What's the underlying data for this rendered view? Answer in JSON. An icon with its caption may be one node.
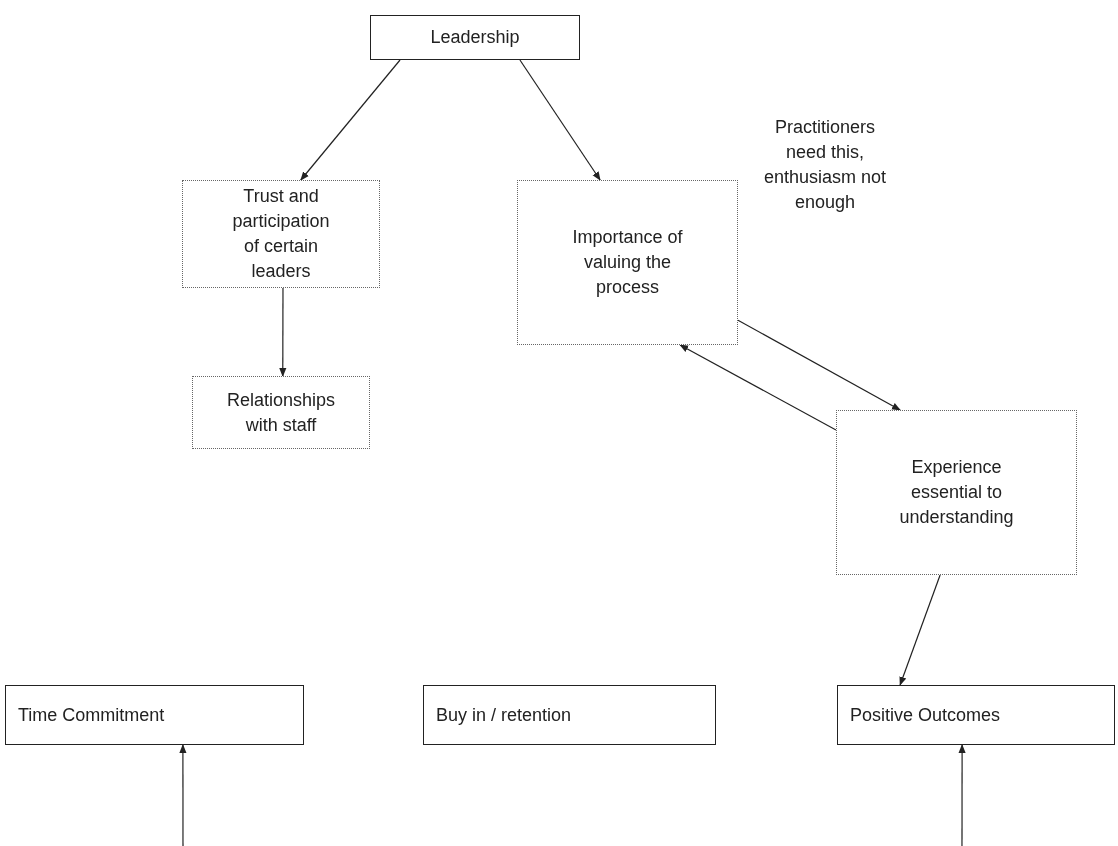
{
  "diagram": {
    "nodes": [
      {
        "text": [
          "Leadership"
        ]
      },
      {
        "text": [
          "Trust and participation of certain leaders"
        ]
      },
      {
        "text": [
          "Importance of valuing the process"
        ]
      },
      {
        "text": [
          "Relationships with staff"
        ]
      },
      {
        "text": [
          "Experience essential to understanding"
        ]
      },
      {
        "text": [
          "Time Commitment"
        ]
      },
      {
        "text": [
          "Buy in / retention"
        ]
      },
      {
        "text": [
          "Positive Outcomes"
        ]
      }
    ],
    "edges": [
      {
        "from": 0,
        "to": 1,
        "arrow": "to"
      },
      {
        "from": 0,
        "to": 2,
        "arrow": "to"
      },
      {
        "from": 1,
        "to": 3,
        "arrow": "to"
      },
      {
        "from": 2,
        "to": 4,
        "arrow": "to"
      },
      {
        "from": 4,
        "to": 2,
        "arrow": "to"
      },
      {
        "from": 4,
        "to": 7,
        "arrow": "to"
      },
      {
        "from": null,
        "to": 5,
        "arrow": "to"
      },
      {
        "from": null,
        "to": 7,
        "arrow": "to"
      }
    ],
    "labels": [
      "Practitioners need this, enthusiasm not enough"
    ]
  }
}
